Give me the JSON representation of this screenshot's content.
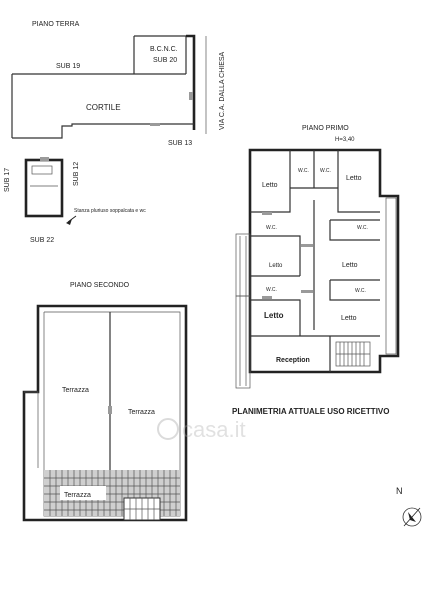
{
  "ground_floor": {
    "title": "PIANO TERRA",
    "label_bcnc": "B.C.N.C.",
    "label_sub20": "SUB 20",
    "label_sub19": "SUB 19",
    "label_cortile": "CORTILE",
    "label_sub13": "SUB 13",
    "label_sub17": "SUB 17",
    "label_sub12": "SUB 12",
    "label_sub22": "SUB 22",
    "note": "Stanza pluriuso soppalcata e wc",
    "street": "VIA C.A. DALLA CHIESA"
  },
  "first_floor": {
    "title": "PIANO PRIMO",
    "height": "H=3,40",
    "rooms": [
      "Letto",
      "W.C.",
      "W.C.",
      "Letto",
      "W.C.",
      "W.C.",
      "Letto",
      "Letto",
      "W.C.",
      "Letto",
      "Letto",
      "W.C.",
      "Reception"
    ]
  },
  "second_floor": {
    "title": "PIANO SECONDO",
    "terrace_1": "Terrazza",
    "terrace_2": "Terrazza",
    "terrace_3": "Terrazza"
  },
  "caption": "PLANIMETRIA ATTUALE USO RICETTIVO",
  "watermark": "casa.it",
  "north": "N"
}
